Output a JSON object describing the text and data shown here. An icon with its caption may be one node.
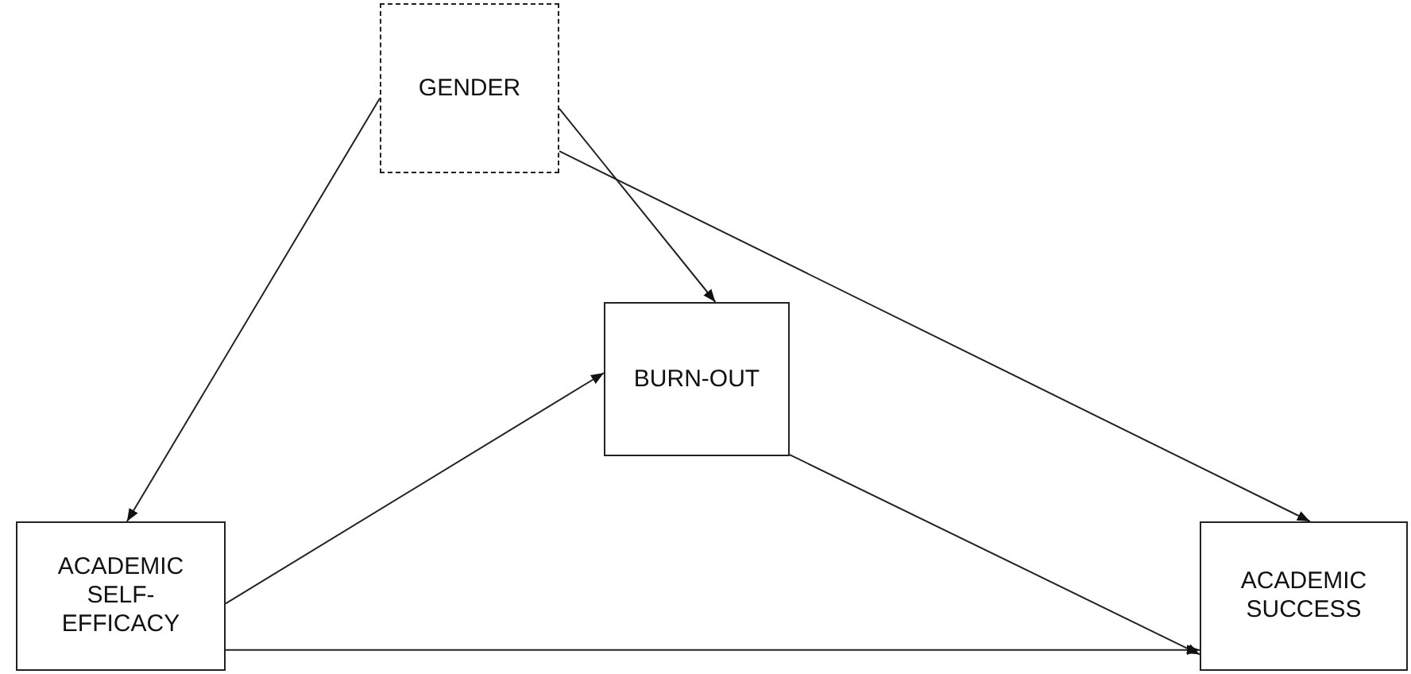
{
  "diagram": {
    "nodes": [
      {
        "text": [
          "GENDER"
        ]
      },
      {
        "text": [
          "BURN-OUT"
        ]
      },
      {
        "text": [
          "ACADEMIC SELF-EFFICACY"
        ]
      },
      {
        "text": [
          "ACADEMIC SUCCESS"
        ]
      }
    ],
    "edges": [
      {
        "from": 0,
        "to": 2,
        "arrow": "to"
      },
      {
        "from": 0,
        "to": 1,
        "arrow": "to"
      },
      {
        "from": 0,
        "to": 3,
        "arrow": "to"
      },
      {
        "from": 2,
        "to": 1,
        "arrow": "to"
      },
      {
        "from": 1,
        "to": 3,
        "arrow": "to"
      },
      {
        "from": 2,
        "to": 3,
        "arrow": "to"
      }
    ]
  }
}
